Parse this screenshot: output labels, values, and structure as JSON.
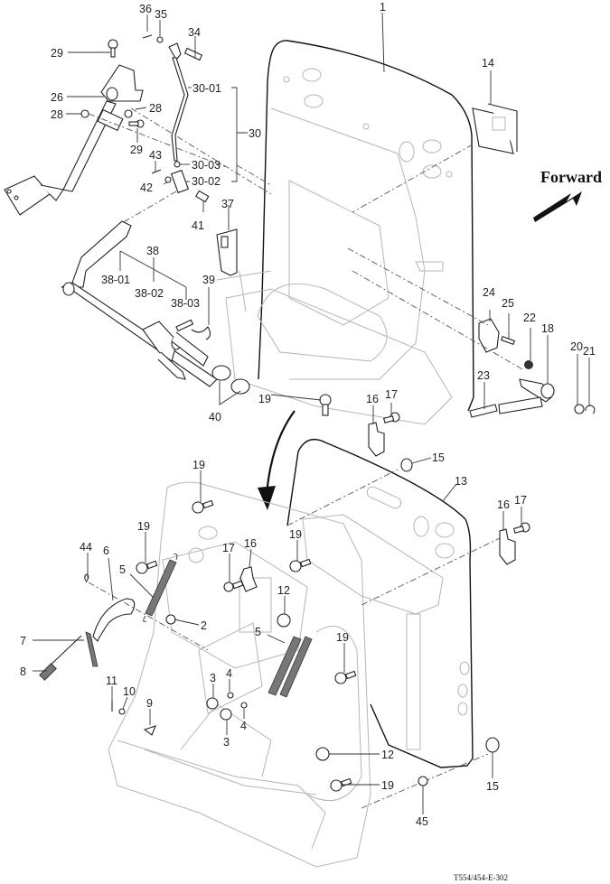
{
  "diagram": {
    "direction_label": "Forward",
    "figure_code": "T554/454-E-302",
    "callouts": {
      "c1": "1",
      "c14": "14",
      "c36": "36",
      "c35": "35",
      "c34": "34",
      "c29a": "29",
      "c26": "26",
      "c28a": "28",
      "c28b": "28",
      "c29b": "29",
      "c30_01": "30-01",
      "c30": "30",
      "c30_03": "30-03",
      "c30_02": "30-02",
      "c43": "43",
      "c42": "42",
      "c41": "41",
      "c37": "37",
      "c38": "38",
      "c38_01": "38-01",
      "c38_02": "38-02",
      "c38_03": "38-03",
      "c39": "39",
      "c40": "40",
      "c19a": "19",
      "c24": "24",
      "c25": "25",
      "c22": "22",
      "c18": "18",
      "c20": "20",
      "c21": "21",
      "c23": "23",
      "c16a": "16",
      "c17a": "17",
      "c15a": "15",
      "c13": "13",
      "c16b": "16",
      "c17b": "17",
      "c19b": "19",
      "c19c": "19",
      "c19d": "19",
      "c19e": "19",
      "c19f": "19",
      "c44": "44",
      "c6": "6",
      "c5a": "5",
      "c5b": "5",
      "c17c": "17",
      "c16c": "16",
      "c12a": "12",
      "c12b": "12",
      "c2": "2",
      "c7": "7",
      "c8": "8",
      "c11": "11",
      "c10": "10",
      "c9": "9",
      "c3a": "3",
      "c3b": "3",
      "c4a": "4",
      "c4b": "4",
      "c15b": "15",
      "c45": "45"
    }
  }
}
